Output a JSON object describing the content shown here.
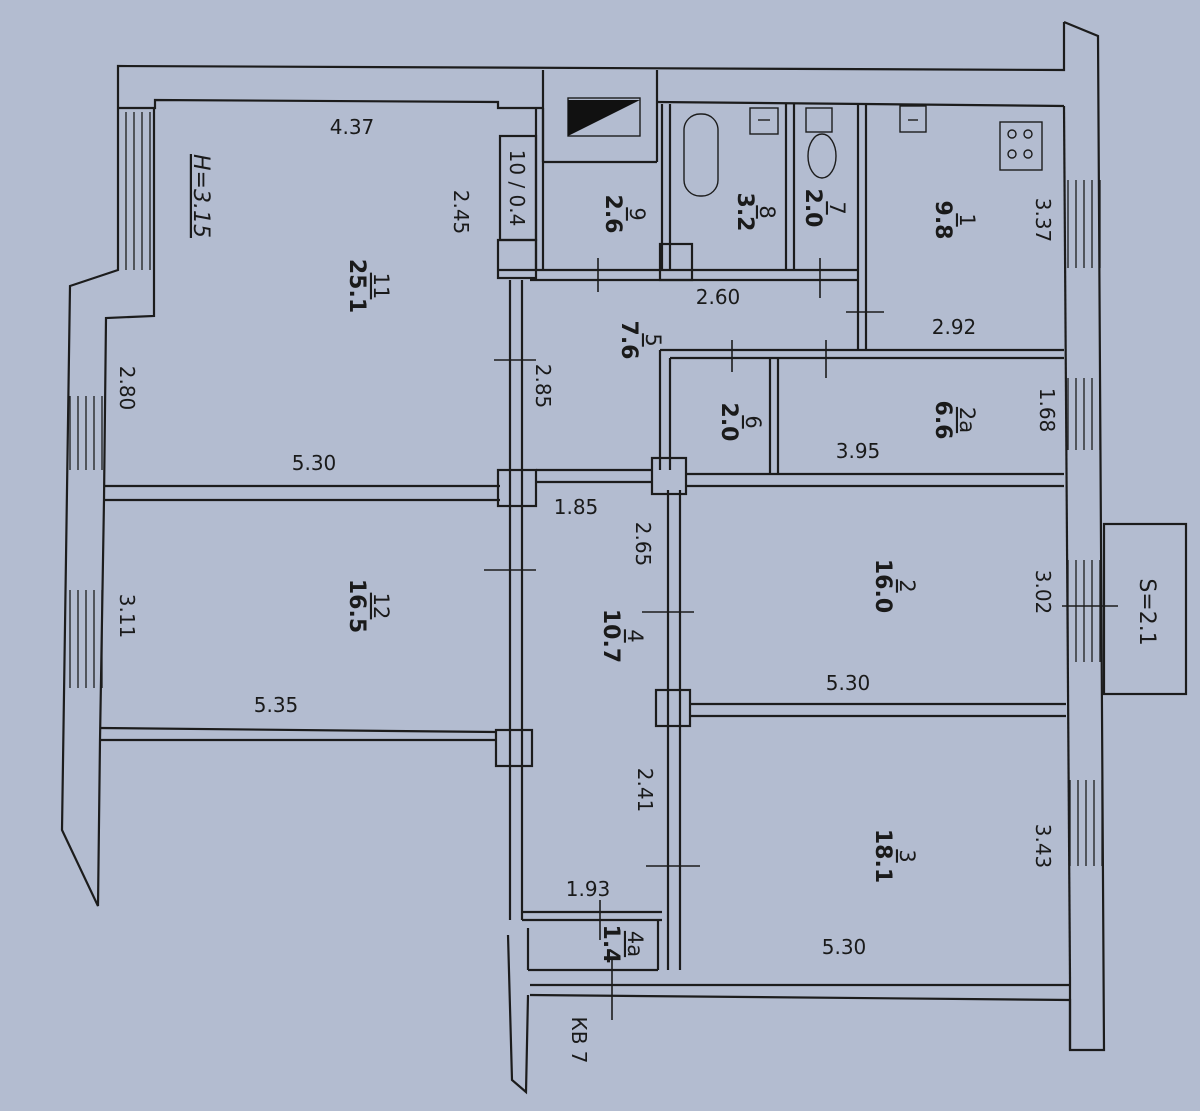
{
  "plan": {
    "ceiling_height": "H=3.15",
    "balcony_area": "S=2.1",
    "apartment_label": "КВ 7"
  },
  "rooms": [
    {
      "key": "r1",
      "number": "1",
      "area": "9.8"
    },
    {
      "key": "r2",
      "number": "2",
      "area": "16.0"
    },
    {
      "key": "r2a",
      "number": "2a",
      "area": "6.6"
    },
    {
      "key": "r3",
      "number": "3",
      "area": "18.1"
    },
    {
      "key": "r4",
      "number": "4",
      "area": "10.7"
    },
    {
      "key": "r4a",
      "number": "4a",
      "area": "1.4"
    },
    {
      "key": "r5",
      "number": "5",
      "area": "7.6"
    },
    {
      "key": "r6",
      "number": "6",
      "area": "2.0"
    },
    {
      "key": "r7",
      "number": "7",
      "area": "2.0"
    },
    {
      "key": "r8",
      "number": "8",
      "area": "3.2"
    },
    {
      "key": "r9",
      "number": "9",
      "area": "2.6"
    },
    {
      "key": "r10",
      "number": "10",
      "area": "0.4"
    },
    {
      "key": "r11",
      "number": "11",
      "area": "25.1"
    },
    {
      "key": "r12",
      "number": "12",
      "area": "16.5"
    }
  ],
  "dimensions": {
    "d_437": "4.37",
    "d_245": "2.45",
    "d_280": "2.80",
    "d_530_r11": "5.30",
    "d_285": "2.85",
    "d_260": "2.60",
    "d_292": "2.92",
    "d_337": "3.37",
    "d_168": "1.68",
    "d_395": "3.95",
    "d_185": "1.85",
    "d_265": "2.65",
    "d_302": "3.02",
    "d_530_r2": "5.30",
    "d_311": "3.11",
    "d_535": "5.35",
    "d_241": "2.41",
    "d_343": "3.43",
    "d_193": "1.93",
    "d_530_r3": "5.30"
  }
}
